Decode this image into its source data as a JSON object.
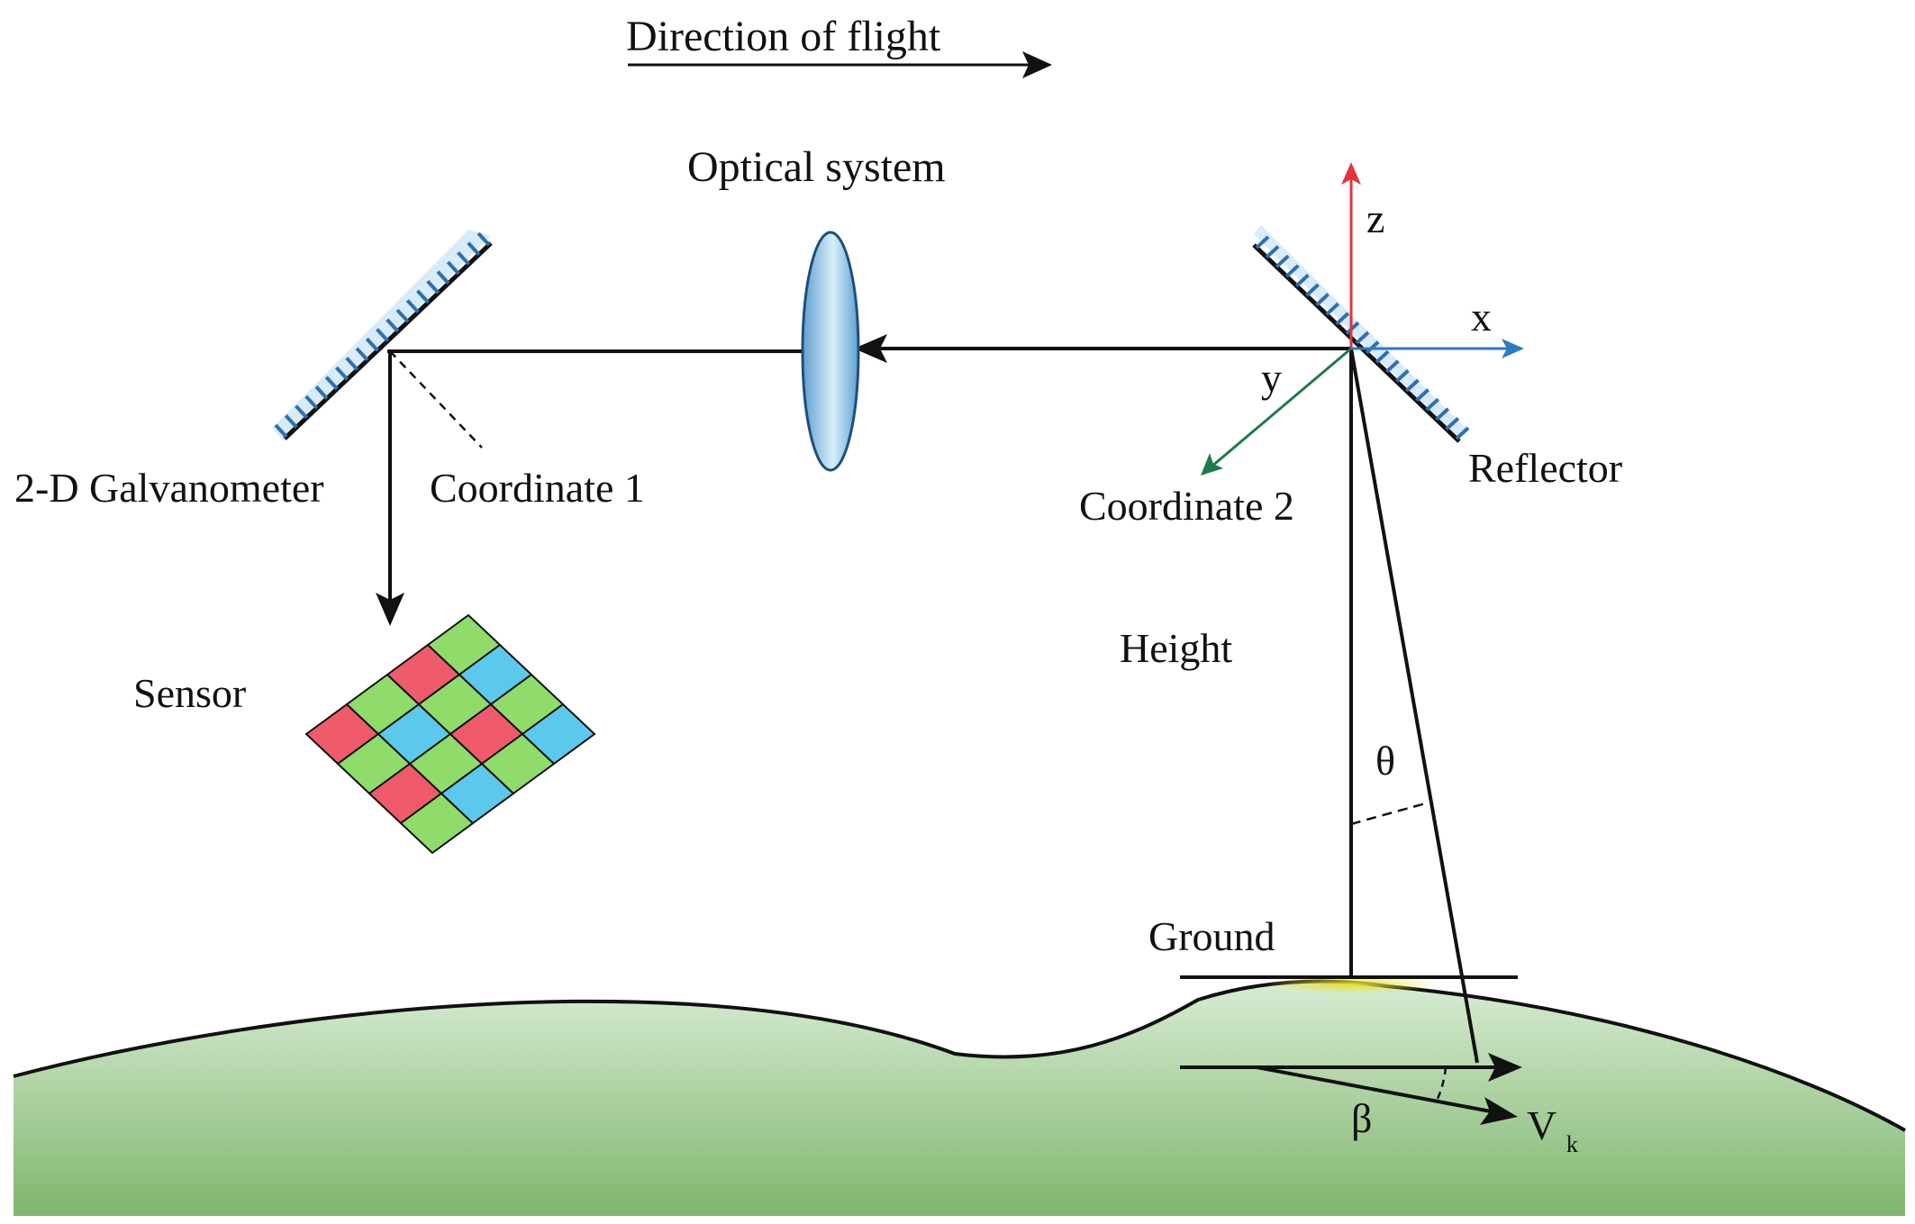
{
  "labels": {
    "direction_of_flight": "Direction of flight",
    "optical_system": "Optical system",
    "galvanometer": "2-D Galvanometer",
    "coordinate_1": "Coordinate 1",
    "coordinate_2": "Coordinate 2",
    "reflector": "Reflector",
    "sensor": "Sensor",
    "height": "Height",
    "ground": "Ground",
    "axis_z": "z",
    "axis_x": "x",
    "axis_y": "y",
    "theta": "θ",
    "beta": "β",
    "velocity": "V",
    "velocity_subscript": "k"
  },
  "colors": {
    "axis_z": "#e5333a",
    "axis_x": "#2b7bc4",
    "axis_y": "#1f7a4a",
    "mirror": "#2f6fb0",
    "lens": "#8fc3e6",
    "ground_fill_top": "#d8ecd4",
    "ground_fill_bottom": "#7fb56c",
    "footprint": "#e8e02a",
    "sensor_red": "#ef5b6b",
    "sensor_green": "#8fdc6a",
    "sensor_blue": "#5cc8ec"
  },
  "sensor_grid": [
    [
      "red",
      "green",
      "red",
      "green"
    ],
    [
      "green",
      "blue",
      "green",
      "blue"
    ],
    [
      "red",
      "green",
      "red",
      "green"
    ],
    [
      "green",
      "blue",
      "green",
      "blue"
    ]
  ]
}
